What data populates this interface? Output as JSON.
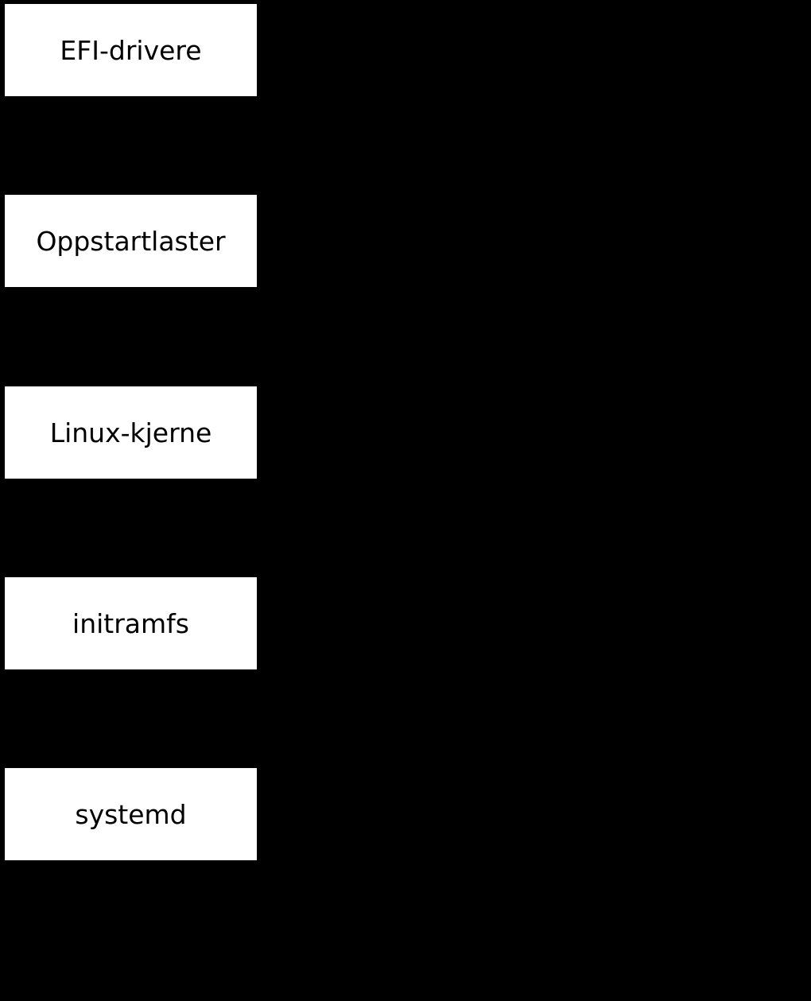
{
  "diagram": {
    "type": "flowchart",
    "orientation": "vertical",
    "background_color": "#000000",
    "node_fill_color": "#ffffff",
    "node_text_color": "#000000",
    "visible_edges": "none",
    "nodes": [
      {
        "id": "efi-drivere",
        "label": "EFI-drivere"
      },
      {
        "id": "oppstartlaster",
        "label": "Oppstartlaster"
      },
      {
        "id": "linux-kjerne",
        "label": "Linux-kjerne"
      },
      {
        "id": "initramfs",
        "label": "initramfs"
      },
      {
        "id": "systemd",
        "label": "systemd"
      }
    ]
  }
}
